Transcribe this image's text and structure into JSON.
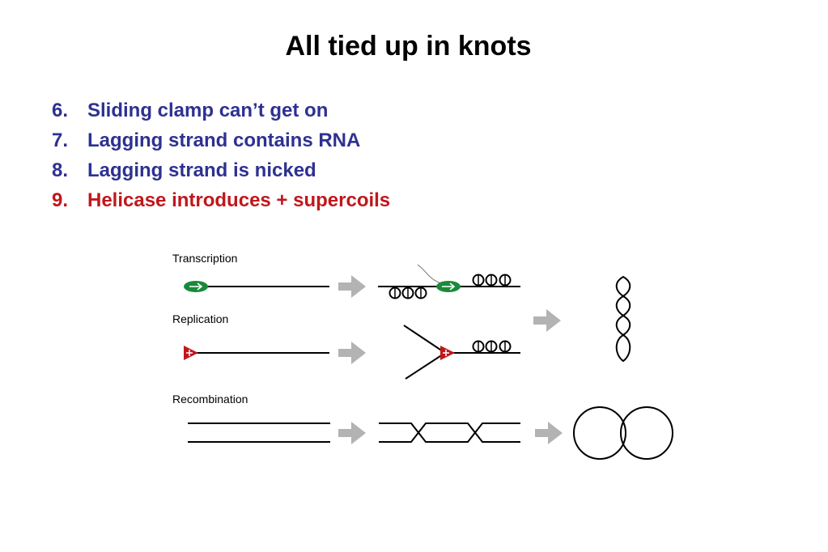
{
  "title": "All tied up in knots",
  "items": [
    {
      "num": "6.",
      "text": "Sliding clamp can’t get on",
      "color": "#2e3191"
    },
    {
      "num": "7.",
      "text": "Lagging strand contains RNA",
      "color": "#2e3191"
    },
    {
      "num": "8.",
      "text": "Lagging strand is nicked",
      "color": "#2e3191"
    },
    {
      "num": "9.",
      "text": "Helicase introduces + supercoils",
      "color": "#c0171c"
    }
  ],
  "diagram": {
    "labels": {
      "transcription": "Transcription",
      "replication": "Replication",
      "recombination": "Recombination"
    },
    "colors": {
      "polymerase": "#1a8a3a",
      "replisome": "#c0171c",
      "arrow": "#b3b3b3"
    }
  }
}
